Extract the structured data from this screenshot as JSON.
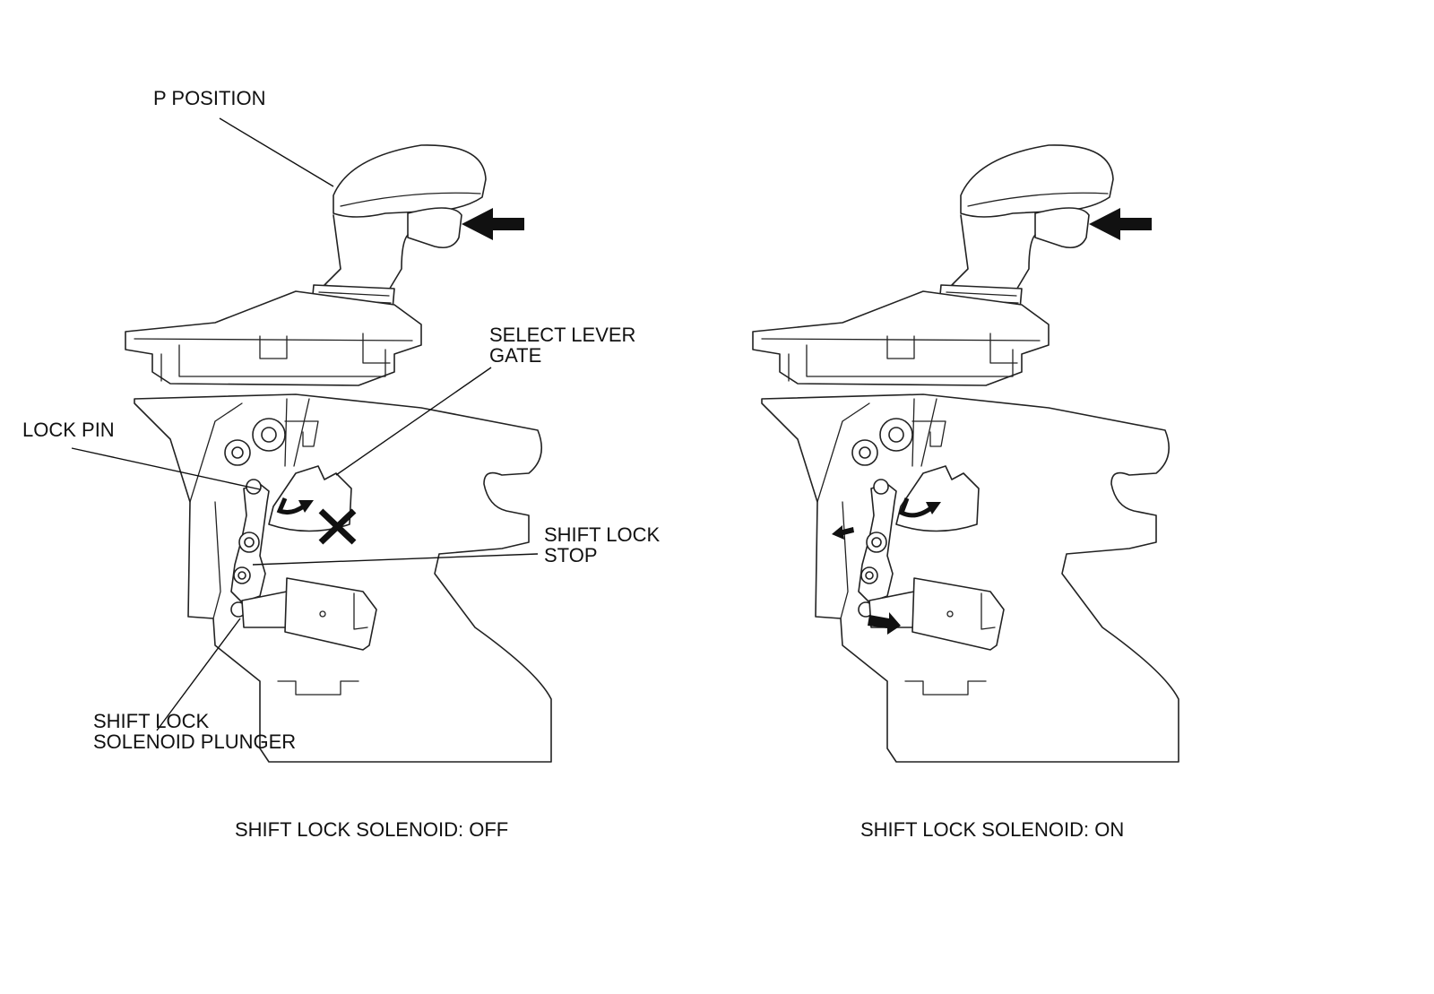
{
  "labels": {
    "p_position": "P POSITION",
    "select_lever_gate": [
      "SELECT LEVER",
      "GATE"
    ],
    "lock_pin": "LOCK PIN",
    "shift_lock_stop": [
      "SHIFT LOCK",
      "STOP"
    ],
    "shift_lock_solenoid_plunger": [
      "SHIFT LOCK",
      "SOLENOID PLUNGER"
    ]
  },
  "captions": {
    "left": "SHIFT LOCK SOLENOID: OFF",
    "right": "SHIFT LOCK SOLENOID: ON"
  }
}
